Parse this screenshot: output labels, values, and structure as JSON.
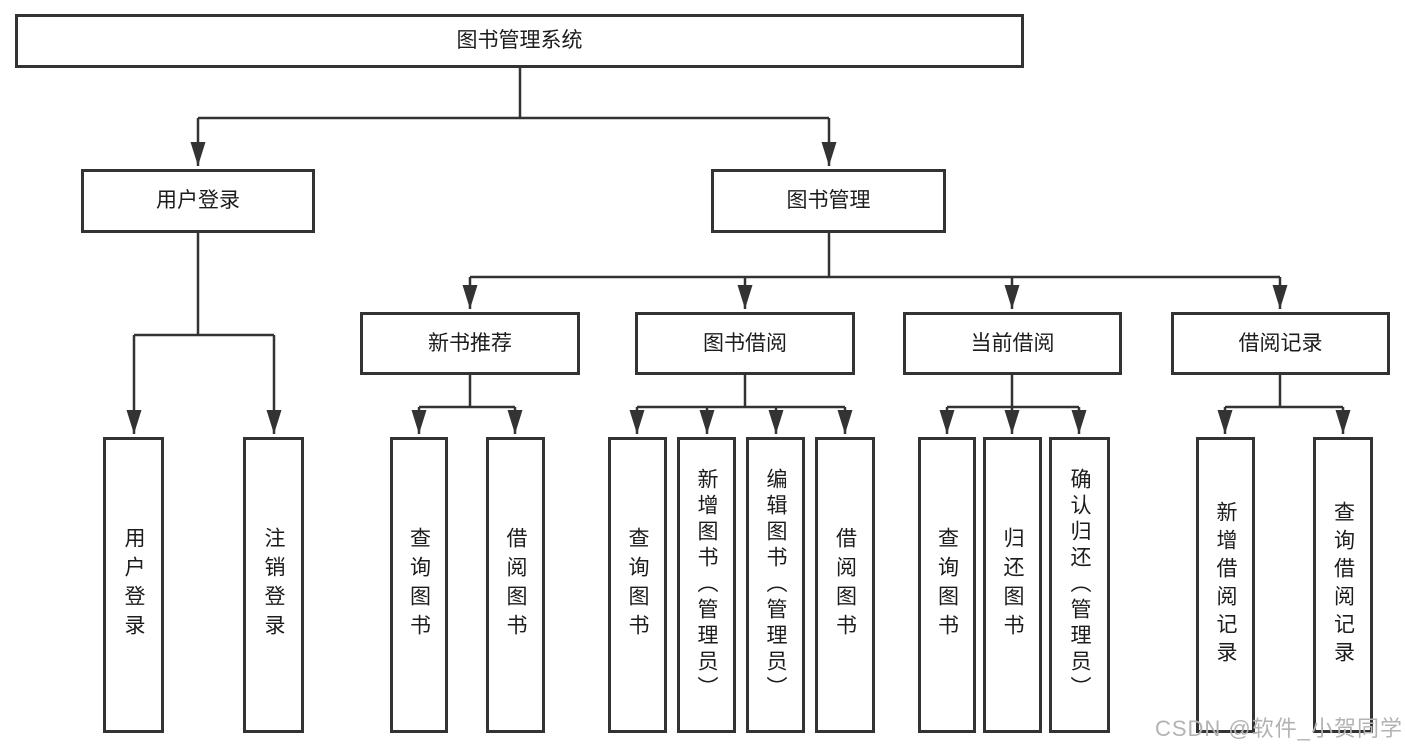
{
  "diagram": {
    "root": {
      "label": "图书管理系统"
    },
    "branches": [
      {
        "label": "用户登录",
        "children": [
          {
            "label": "用户登录"
          },
          {
            "label": "注销登录"
          }
        ]
      },
      {
        "label": "图书管理",
        "children": [
          {
            "label": "新书推荐",
            "children": [
              {
                "label": "查询图书"
              },
              {
                "label": "借阅图书"
              }
            ]
          },
          {
            "label": "图书借阅",
            "children": [
              {
                "label": "查询图书"
              },
              {
                "label": "新增图书（管理员）"
              },
              {
                "label": "编辑图书（管理员）"
              },
              {
                "label": "借阅图书"
              }
            ]
          },
          {
            "label": "当前借阅",
            "children": [
              {
                "label": "查询图书"
              },
              {
                "label": "归还图书"
              },
              {
                "label": "确认归还（管理员）"
              }
            ]
          },
          {
            "label": "借阅记录",
            "children": [
              {
                "label": "新增借阅记录"
              },
              {
                "label": "查询借阅记录"
              }
            ]
          }
        ]
      }
    ]
  },
  "watermark": {
    "text": "CSDN @软件_小贺同学"
  },
  "colors": {
    "line": "#333333",
    "box_border": "#333333",
    "text": "#1c1c1c",
    "background": "#ffffff",
    "watermark": "#b3b3b3"
  }
}
